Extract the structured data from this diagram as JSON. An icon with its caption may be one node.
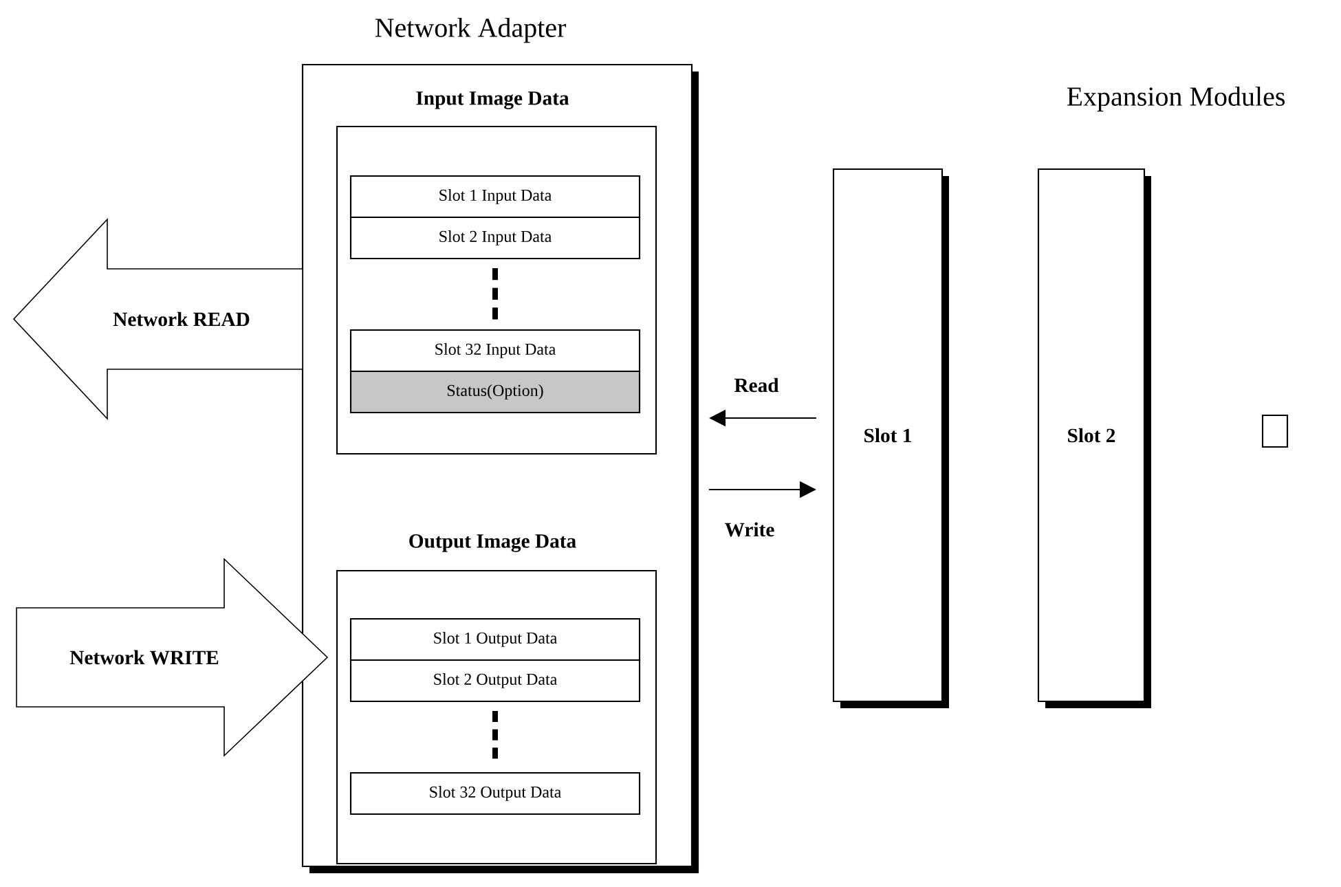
{
  "diagram": {
    "nodes": [
      {
        "text": [
          "Network Adapter"
        ]
      },
      {
        "text": [
          "Input Image Data"
        ],
        "in": 0
      },
      {
        "text": [
          "Slot 1 Input Data"
        ],
        "in": 1
      },
      {
        "text": [
          "Slot 2 Input Data"
        ],
        "in": 1
      },
      {
        "text": [
          "Slot 32 Input Data"
        ],
        "in": 1
      },
      {
        "text": [
          "Status(Option)"
        ],
        "in": 1
      },
      {
        "text": [
          "Output Image Data"
        ],
        "in": 0
      },
      {
        "text": [
          "Slot 1 Output Data"
        ],
        "in": 6
      },
      {
        "text": [
          "Slot 2 Output Data"
        ],
        "in": 6
      },
      {
        "text": [
          "Slot 32 Output Data"
        ],
        "in": 6
      },
      {
        "text": [
          "Network READ"
        ]
      },
      {
        "text": [
          "Network WRITE"
        ]
      },
      {
        "text": [
          "Slot 1"
        ]
      },
      {
        "text": [
          "Slot 2"
        ]
      },
      {
        "text": [],
        "shape": "box"
      }
    ],
    "edges": [
      {
        "from": 12,
        "to": 0,
        "arrow": "to",
        "label": "Read"
      },
      {
        "from": 0,
        "to": 12,
        "arrow": "to",
        "label": "Write"
      }
    ],
    "labels": [
      "Expansion Modules"
    ]
  }
}
